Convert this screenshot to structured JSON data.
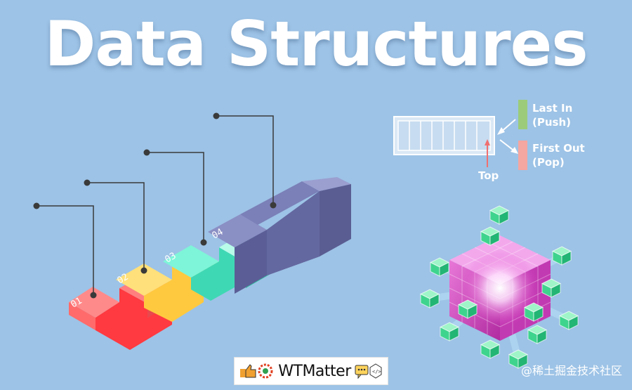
{
  "title": "Data Structures",
  "steps": [
    {
      "label": "01",
      "color": "#ff4d4d"
    },
    {
      "label": "02",
      "color": "#ffd45c"
    },
    {
      "label": "03",
      "color": "#4de3c0"
    },
    {
      "label": "04",
      "color": "#6b6fa6"
    }
  ],
  "stack": {
    "last_in": "Last In",
    "push": "(Push)",
    "first_out": "First Out",
    "pop": "(Pop)",
    "top": "Top",
    "push_color": "#9ccc7a",
    "pop_color": "#f4a6a0"
  },
  "logo": {
    "text": "WTMatter"
  },
  "watermark": "@稀土掘金技术社区"
}
